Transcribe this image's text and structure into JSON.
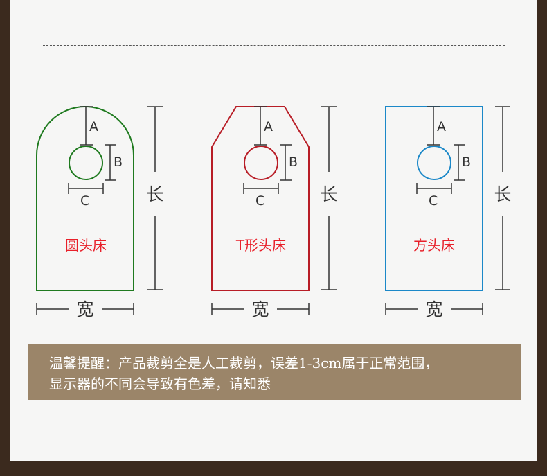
{
  "shapes": [
    {
      "name": "round-head",
      "label": "圆头床",
      "stroke": "#1f7a1f",
      "label_color": "#e8202a"
    },
    {
      "name": "t-head",
      "label": "T形头床",
      "stroke": "#b81d26",
      "label_color": "#e8202a"
    },
    {
      "name": "square-head",
      "label": "方头床",
      "stroke": "#1b88c8",
      "label_color": "#e8202a"
    }
  ],
  "dims": {
    "a": "A",
    "b": "B",
    "c": "C",
    "width": "宽",
    "length": "长"
  },
  "notice": {
    "line1": "温馨提醒：产品裁剪全是人工裁剪，误差1-3cm属于正常范围，",
    "line2": "显示器的不同会导致有色差，请知悉"
  },
  "colors": {
    "background": "#3b2a1e",
    "panel": "#f6f6f5",
    "notice_bg": "#9b8569",
    "dim_line": "#333333"
  }
}
